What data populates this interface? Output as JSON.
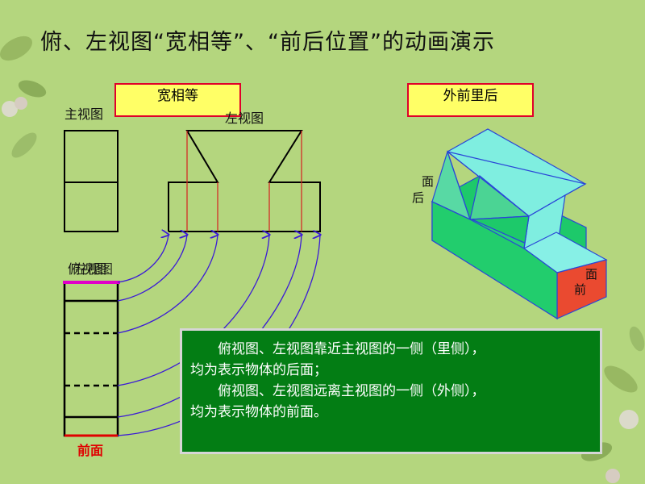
{
  "title": "俯、左视图“宽相等”、“前后位置”的动画演示",
  "label_box_left": "宽相等",
  "label_box_right": "外前里后",
  "main_view_label": "主视图",
  "left_view_label": "左视图",
  "top_view_label_a": "俯视图",
  "top_view_label_b": "左视图",
  "iso_labels": {
    "mian_top": "面",
    "hou": "后",
    "mian_right": "面",
    "qian": "前"
  },
  "front_red_label": "前面",
  "note_lines": [
    "俯视图、左视图靠近主视图的一侧（里侧），",
    "均为表示物体的后面；",
    "俯视图、左视图远离主视图的一侧（外侧），",
    "均为表示物体的前面。"
  ],
  "colors": {
    "background": "#b4d67e",
    "note_bg": "#037d14",
    "box_fill": "#ffff66",
    "box_border": "#e0002a",
    "arrow": "#3b1bd6",
    "magenta": "#e000c8",
    "red": "#e00000"
  }
}
